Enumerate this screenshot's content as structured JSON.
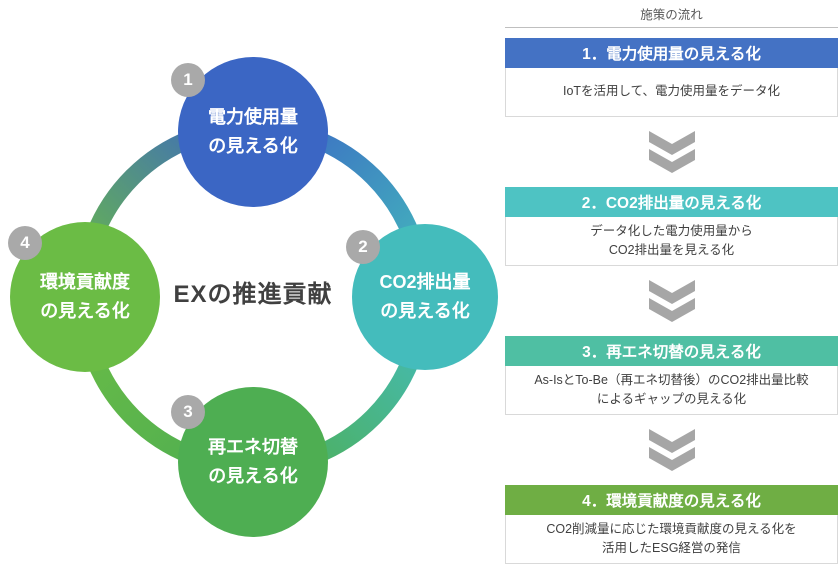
{
  "center_title": "EXの推進貢献",
  "arrow_color": "#A6A6A6",
  "badge_color": "#A9A9A9",
  "cycle": [
    {
      "num": "1",
      "label": "電力使用量\nの見える化",
      "color": "#3B66C4"
    },
    {
      "num": "2",
      "label": "CO2排出量\nの見える化",
      "color": "#44BCBC"
    },
    {
      "num": "3",
      "label": "再エネ切替\nの見える化",
      "color": "#4EAE52"
    },
    {
      "num": "4",
      "label": "環境貢献度\nの見える化",
      "color": "#6BBC45"
    }
  ],
  "ring": {
    "blue": "#3B66C4",
    "teal": "#44BCBC",
    "green": "#4EAE52",
    "light_green": "#6BBC45"
  },
  "flow": {
    "title": "施策の流れ",
    "steps": [
      {
        "header": "1．電力使用量の見える化",
        "body": "IoTを活用して、電力使用量をデータ化",
        "color": "#4472C4"
      },
      {
        "header": "2．CO2排出量の見える化",
        "body": "データ化した電力使用量から\nCO2排出量を見える化",
        "color": "#4EC3C3"
      },
      {
        "header": "3．再エネ切替の見える化",
        "body": "As-IsとTo-Be（再エネ切替後）のCO2排出量比較\nによるギャップの見える化",
        "color": "#4FBFA3"
      },
      {
        "header": "4．環境貢献度の見える化",
        "body": "CO2削減量に応じた環境貢献度の見える化を\n活用したESG経営の発信",
        "color": "#6FAE44"
      }
    ]
  }
}
